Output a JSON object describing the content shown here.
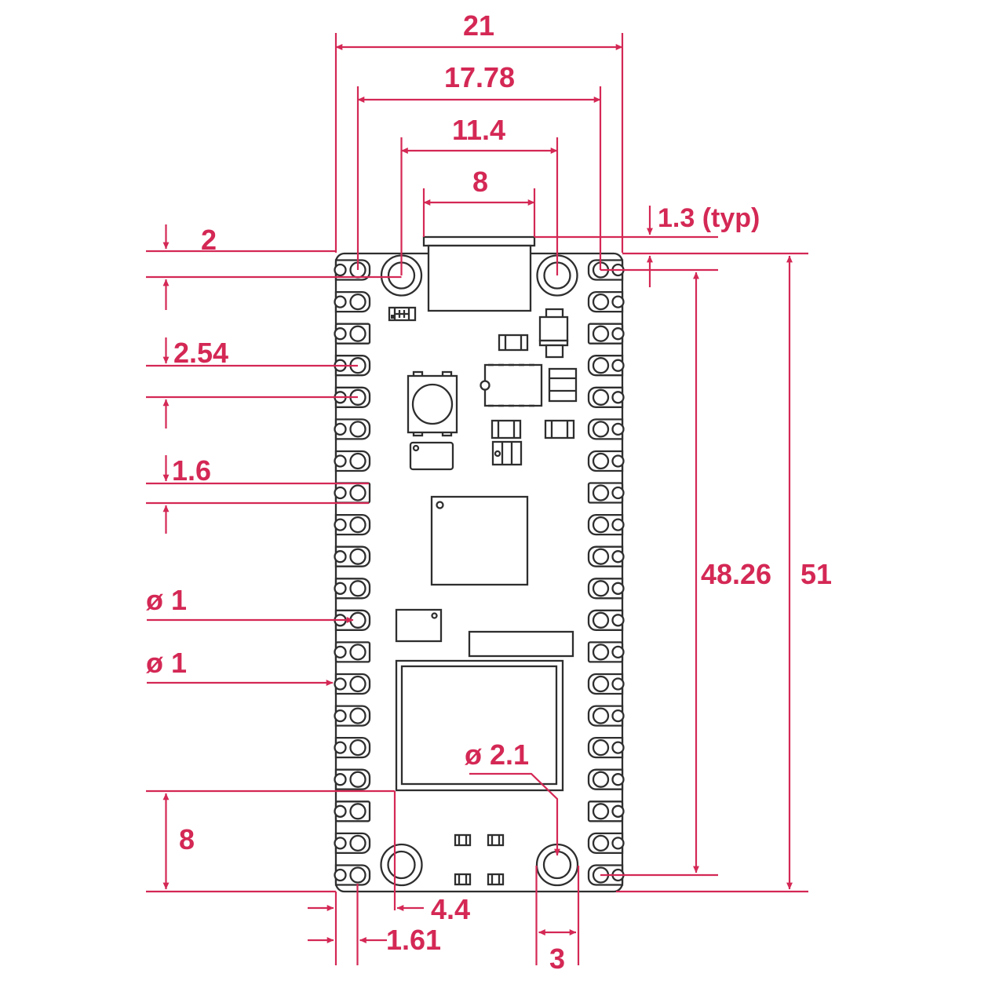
{
  "drawing": {
    "subject": "microcontroller-board-dimension-drawing",
    "units_implied": "mm"
  },
  "colors": {
    "dimension": "#d42855",
    "outline": "#2e2e2e",
    "background": "#ffffff"
  },
  "dims": {
    "board_width": "21",
    "pin_hole_span": "17.78",
    "mount_hole_span": "11.4",
    "usb_width": "8",
    "usb_overhang": "1.3 (typ)",
    "edge_to_mount_hole": "2",
    "pin_pitch": "2.54",
    "pad_height": "1.6",
    "pin_hole_dia_a": "ø 1",
    "pin_hole_dia_b": "ø 1",
    "pin_span": "48.26",
    "board_height": "51",
    "module_keepout_height": "8",
    "edge_to_module": "4.4",
    "edge_to_pin_center": "1.61",
    "mount_pad_dia": "3",
    "mount_hole_dia": "ø 2.1"
  }
}
